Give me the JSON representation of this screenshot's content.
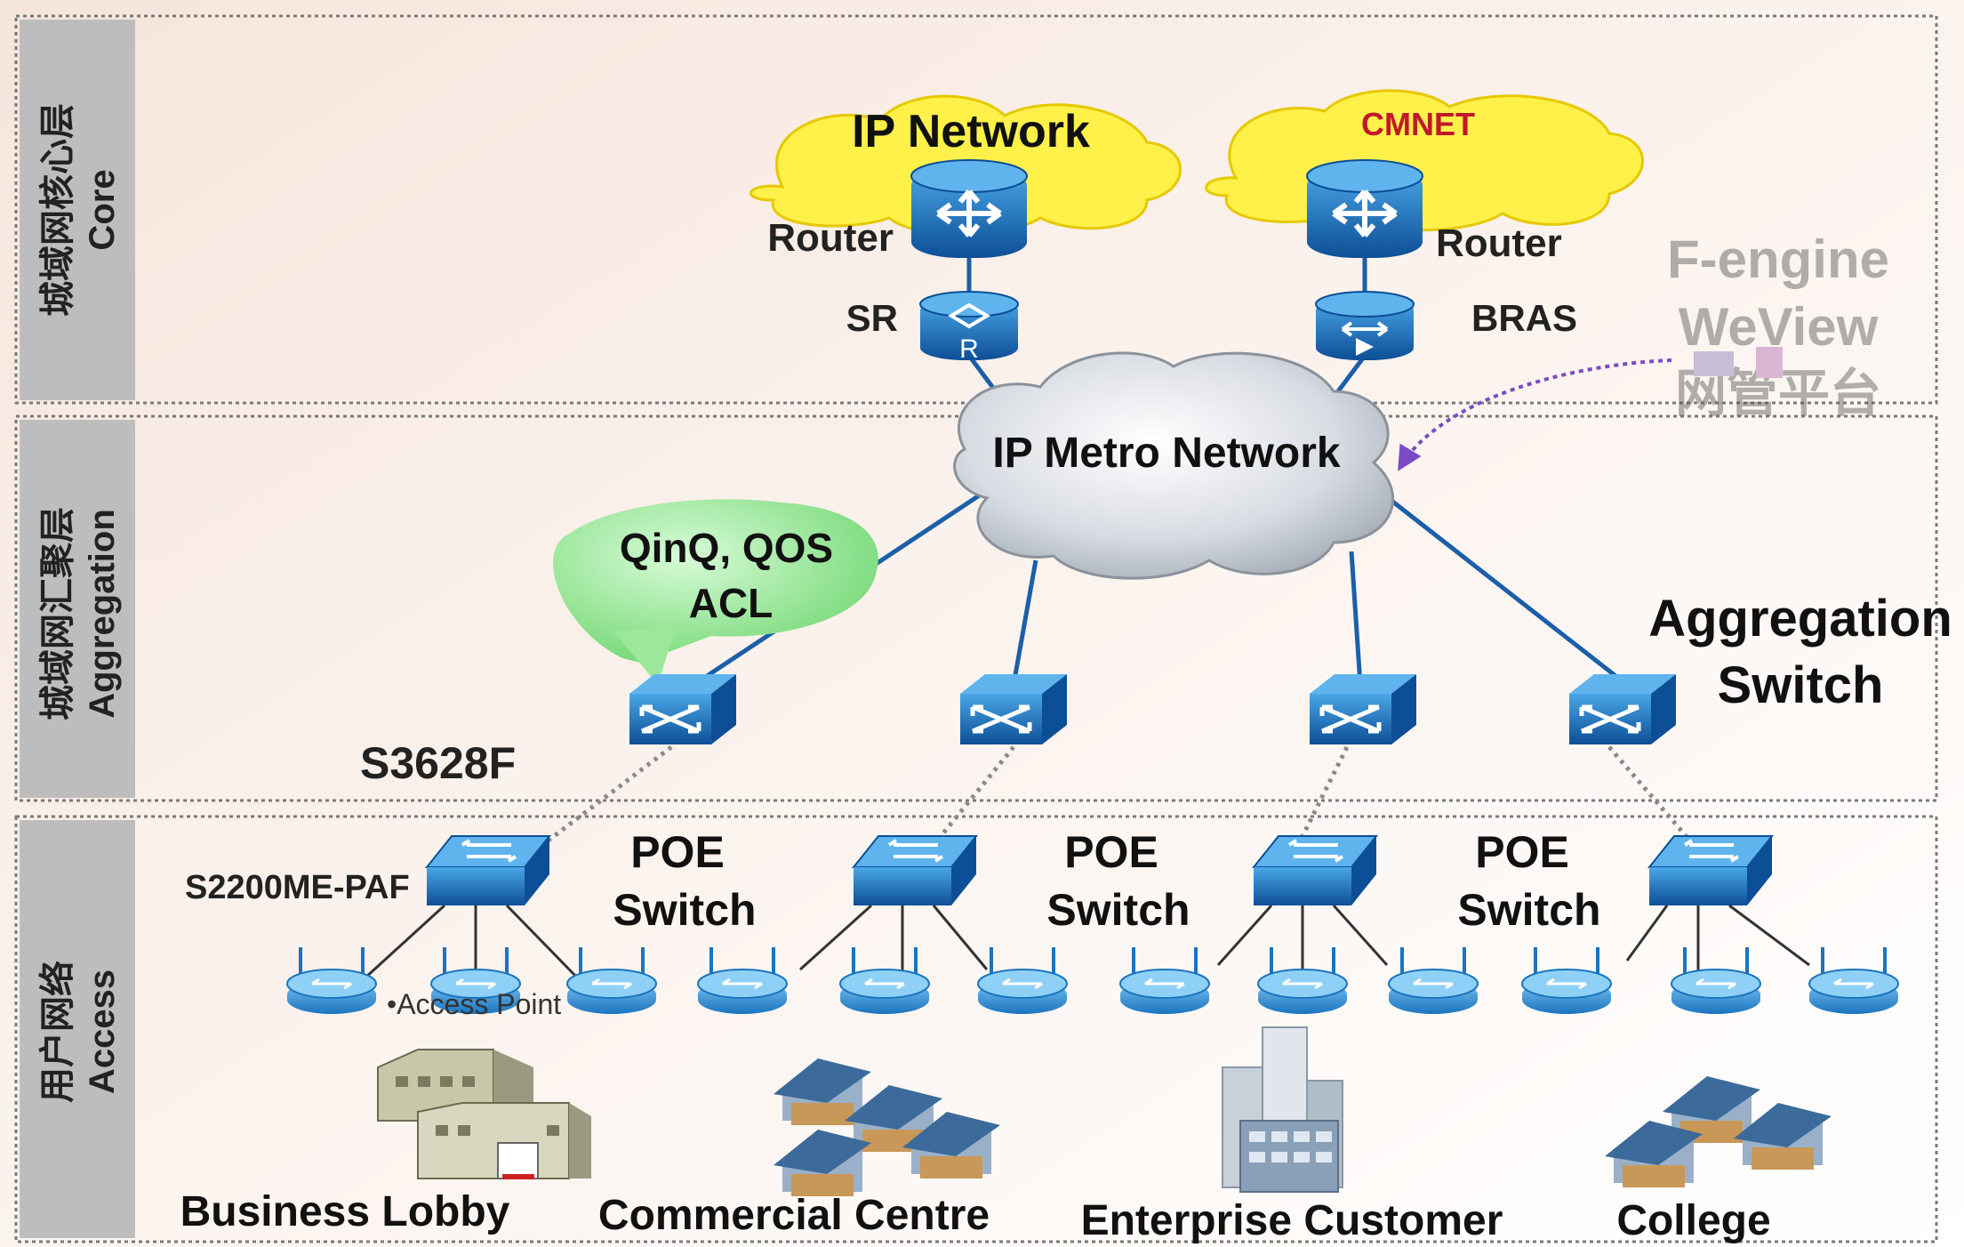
{
  "layers": {
    "core": {
      "cn": "城域网核心层",
      "en": "Core"
    },
    "aggregation": {
      "cn": "城域网汇聚层",
      "en": "Aggregation"
    },
    "access": {
      "cn": "用户网络",
      "en": "Access"
    }
  },
  "core": {
    "ip_network": "IP Network",
    "cmnet": "CMNET",
    "router_left": "Router",
    "router_right": "Router",
    "sr": "SR",
    "bras": "BRAS",
    "fengine_line1": "F-engine",
    "fengine_line2": "WeView",
    "fengine_line3": "网管平台"
  },
  "aggregation": {
    "metro": "IP Metro Network",
    "bubble_line1": "QinQ, QOS",
    "bubble_line2": "ACL",
    "s3628f": "S3628F",
    "agg_switch_line1": "Aggregation",
    "agg_switch_line2": "Switch"
  },
  "access": {
    "s2200": "S2200ME-PAF",
    "poe_line1": "POE",
    "poe_line2": "Switch",
    "access_point": "•Access Point"
  },
  "buildings": [
    "Business Lobby",
    "Commercial Centre",
    "Enterprise Customer",
    "College"
  ],
  "colors": {
    "device_blue": "#1a72c2",
    "link_blue": "#1c5fa8",
    "cloud_yellow": "#fff14a",
    "bubble_green": "#9be89b",
    "cmnet_red": "#c0182a",
    "arrow_purple": "#7b4bc4"
  }
}
